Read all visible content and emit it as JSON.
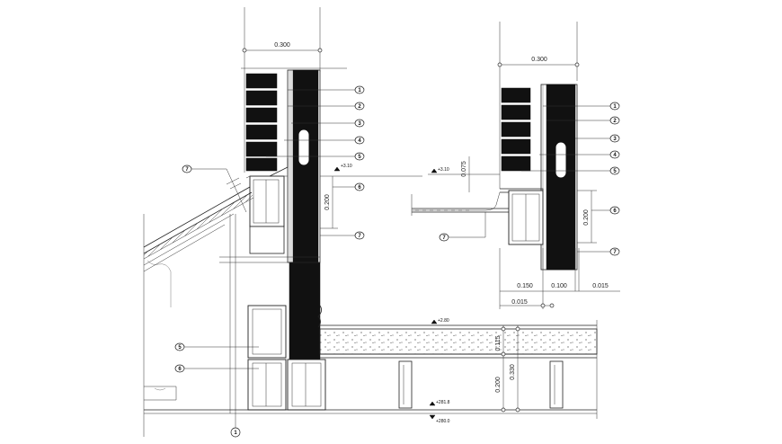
{
  "dimensions": {
    "left_top_width": "0.300",
    "right_top_width": "0.300",
    "left_h_200": "0.200",
    "right_075": "0.075",
    "right_200": "0.200",
    "right_150": "0.150",
    "right_100": "0.100",
    "right_015a": "0.015",
    "right_015b": "0.015",
    "bottom_115": "0.115",
    "bottom_330": "0.330",
    "bottom_200": "0.200"
  },
  "levels": {
    "left_upper": "+3.10",
    "right_upper": "+3.10",
    "floor_top": "+2.80",
    "lower_a": "+281.8",
    "lower_b": "+280.0"
  },
  "callouts_left": [
    "1",
    "2",
    "3",
    "4",
    "5",
    "6",
    "7",
    "7"
  ],
  "callouts_right": [
    "1",
    "2",
    "3",
    "4",
    "5",
    "6",
    "7",
    "7"
  ],
  "callouts_bottom": [
    "5",
    "6",
    "1"
  ]
}
